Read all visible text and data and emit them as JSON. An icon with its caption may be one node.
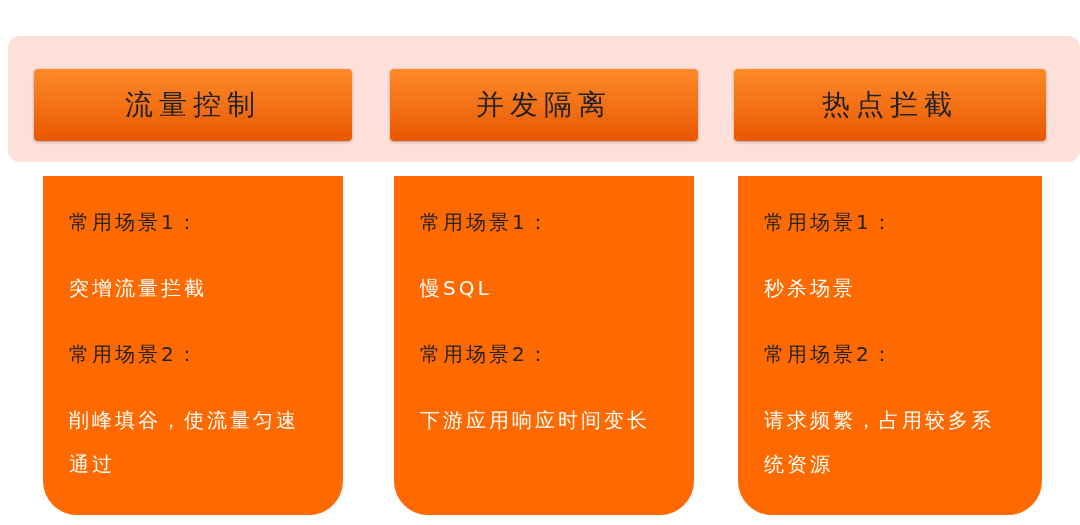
{
  "diagram": {
    "nodes": [
      {
        "text": [],
        "shape": "box"
      },
      {
        "text": [
          "流量控制"
        ],
        "in": 0
      },
      {
        "text": [
          "并发隔离"
        ],
        "in": 0
      },
      {
        "text": [
          "热点拦截"
        ],
        "in": 0
      },
      {
        "text": [
          "常用场景1：",
          "突增流量拦截",
          "常用场景2：",
          "削峰填谷，使流量匀速通过"
        ]
      },
      {
        "text": [
          "常用场景1：",
          "慢SQL",
          "常用场景2：",
          "下游应用响应时间变长"
        ]
      },
      {
        "text": [
          "常用场景1：",
          "秒杀场景",
          "常用场景2：",
          "请求频繁，占用较多系统资源"
        ]
      }
    ],
    "edges": []
  }
}
